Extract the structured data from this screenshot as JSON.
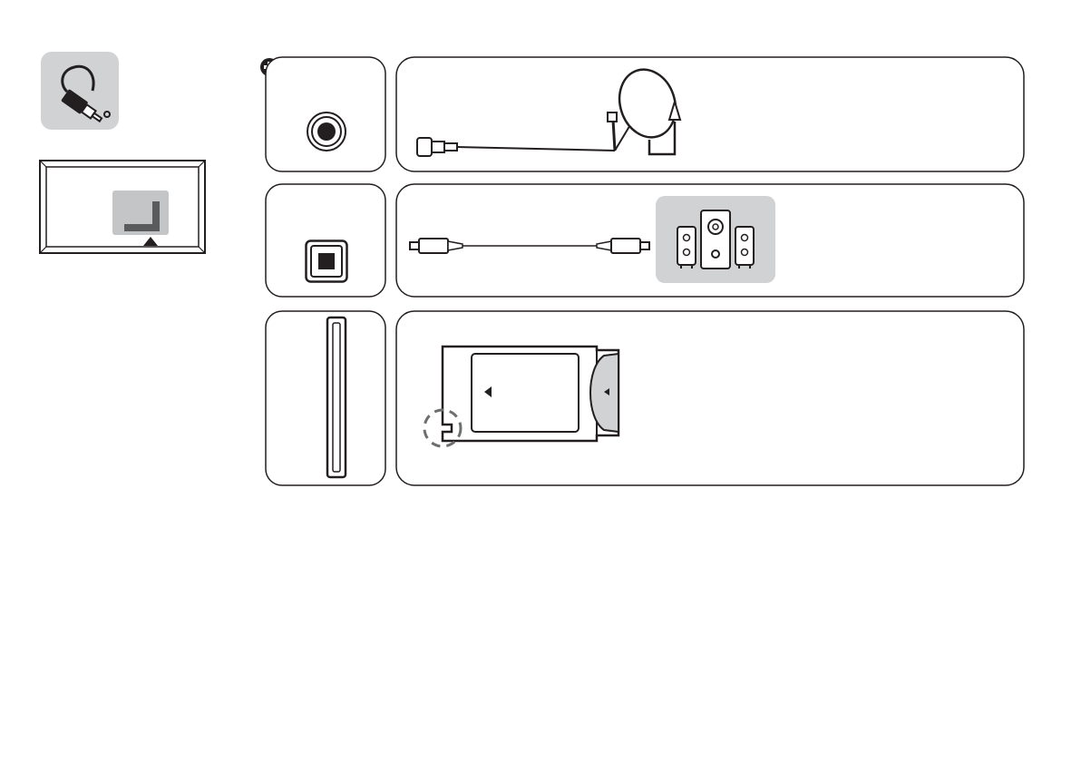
{
  "page": {
    "background": "#ffffff"
  },
  "colors": {
    "stroke": "#231f20",
    "panel_fill": "#ffffff",
    "gray_tile": "#d1d2d4",
    "dark_gray": "#5a5b5d",
    "port_hole": "#231f20"
  },
  "icons": {
    "cable_icon": "cable-plug-icon",
    "tv_back_icon": "tv-back-panel-icon",
    "add_icon": "plus-circle-icon"
  },
  "rows": [
    {
      "port": "antenna-coax-port",
      "device": "satellite-dish"
    },
    {
      "port": "optical-audio-port",
      "device": "speaker-system"
    },
    {
      "port": "ci-card-slot",
      "device": "ci-module-card"
    }
  ]
}
